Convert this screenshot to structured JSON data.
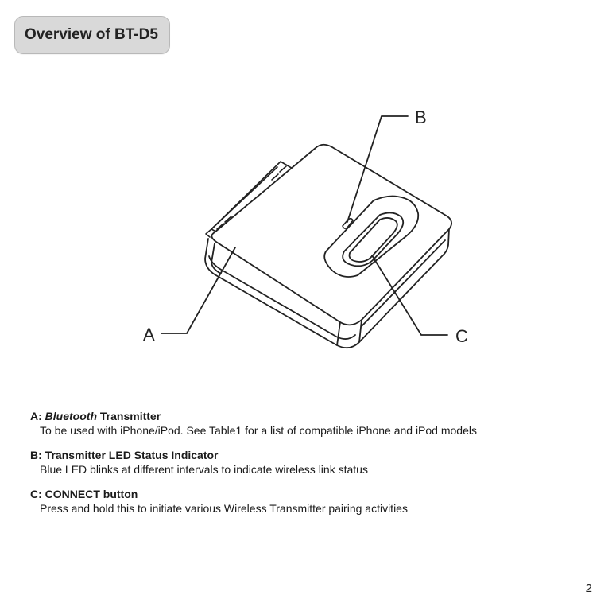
{
  "header": {
    "title": "Overview of BT-D5"
  },
  "diagram": {
    "labels": {
      "a": "A",
      "b": "B",
      "c": "C"
    }
  },
  "descriptions": [
    {
      "letter": "A:",
      "title_italic": "Bluetooth",
      "title_rest": " Transmitter",
      "body": "To be used with iPhone/iPod. See Table1 for a list of compatible iPhone and iPod models"
    },
    {
      "letter": "B:",
      "title_rest": " Transmitter LED Status Indicator",
      "body": "Blue LED blinks at different intervals to indicate wireless link status"
    },
    {
      "letter": "C:",
      "title_rest": " CONNECT button",
      "body": "Press and hold this to initiate various Wireless Transmitter pairing activities"
    }
  ],
  "footer": {
    "page_number": "2"
  }
}
